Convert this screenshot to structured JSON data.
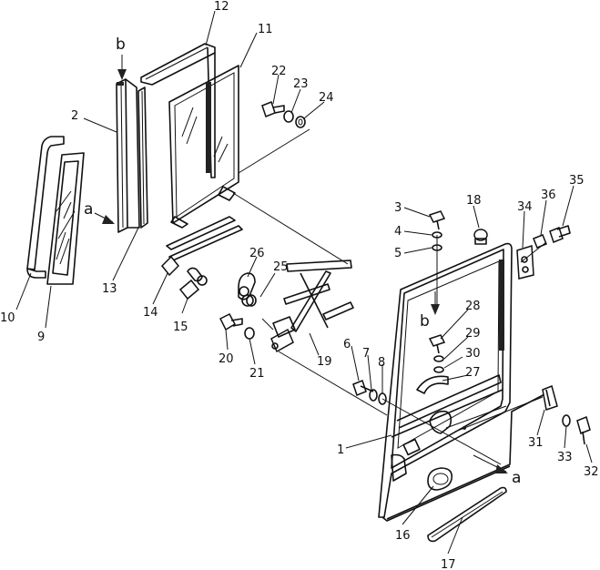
{
  "callouts": [
    {
      "id": "c1",
      "text": "1"
    },
    {
      "id": "c2",
      "text": "2"
    },
    {
      "id": "c3",
      "text": "3"
    },
    {
      "id": "c4",
      "text": "4"
    },
    {
      "id": "c5",
      "text": "5"
    },
    {
      "id": "c6",
      "text": "6"
    },
    {
      "id": "c7",
      "text": "7"
    },
    {
      "id": "c8",
      "text": "8"
    },
    {
      "id": "c9",
      "text": "9"
    },
    {
      "id": "c10",
      "text": "10"
    },
    {
      "id": "c11",
      "text": "11"
    },
    {
      "id": "c12",
      "text": "12"
    },
    {
      "id": "c13",
      "text": "13"
    },
    {
      "id": "c14",
      "text": "14"
    },
    {
      "id": "c15",
      "text": "15"
    },
    {
      "id": "c16",
      "text": "16"
    },
    {
      "id": "c17",
      "text": "17"
    },
    {
      "id": "c18",
      "text": "18"
    },
    {
      "id": "c19",
      "text": "19"
    },
    {
      "id": "c20",
      "text": "20"
    },
    {
      "id": "c21",
      "text": "21"
    },
    {
      "id": "c22",
      "text": "22"
    },
    {
      "id": "c23",
      "text": "23"
    },
    {
      "id": "c24",
      "text": "24"
    },
    {
      "id": "c25",
      "text": "25"
    },
    {
      "id": "c26",
      "text": "26"
    },
    {
      "id": "c27",
      "text": "27"
    },
    {
      "id": "c28",
      "text": "28"
    },
    {
      "id": "c29",
      "text": "29"
    },
    {
      "id": "c30",
      "text": "30"
    },
    {
      "id": "c31",
      "text": "31"
    },
    {
      "id": "c32",
      "text": "32"
    },
    {
      "id": "c33",
      "text": "33"
    },
    {
      "id": "c34",
      "text": "34"
    },
    {
      "id": "c35",
      "text": "35"
    },
    {
      "id": "c36",
      "text": "36"
    }
  ],
  "reference_marks": {
    "a_left": "a",
    "a_right": "a",
    "b_top": "b",
    "b_door": "b"
  }
}
